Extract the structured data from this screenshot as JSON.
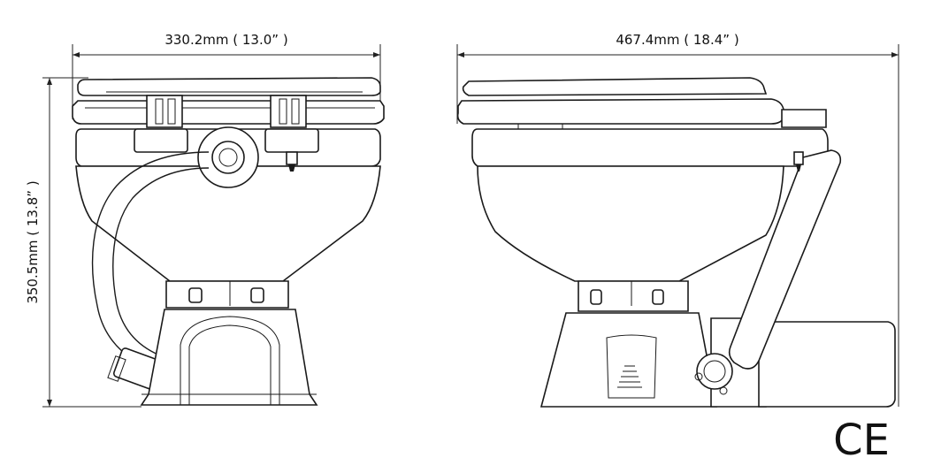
{
  "dimensions": {
    "front_width": "330.2mm ( 13.0” )",
    "side_width": "467.4mm ( 18.4” )",
    "height": "350.5mm ( 13.8” )"
  },
  "mark": "CE"
}
